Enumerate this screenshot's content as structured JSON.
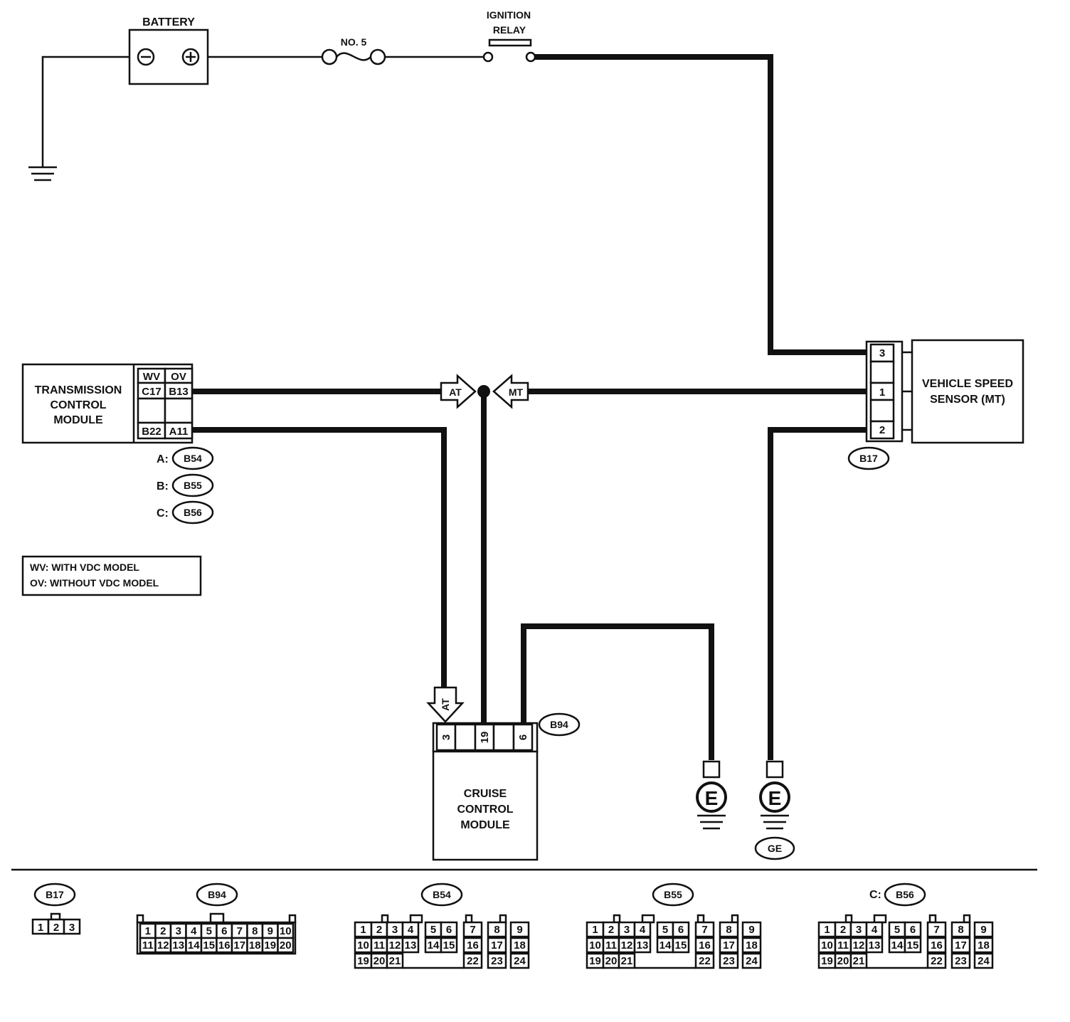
{
  "components": {
    "battery": "BATTERY",
    "fuse": "NO. 5",
    "ignition_relay": [
      "IGNITION",
      "RELAY"
    ],
    "tcm": [
      "TRANSMISSION",
      "CONTROL",
      "MODULE"
    ],
    "vss": [
      "VEHICLE SPEED",
      "SENSOR (MT)"
    ],
    "ccm": [
      "CRUISE",
      "CONTROL",
      "MODULE"
    ]
  },
  "tcm_pins": {
    "col_wv": "WV",
    "col_ov": "OV",
    "row1_wv": "C17",
    "row1_ov": "B13",
    "row2_wv": "B22",
    "row2_ov": "A11"
  },
  "tcm_connectors": [
    {
      "prefix": "A:",
      "id": "B54"
    },
    {
      "prefix": "B:",
      "id": "B55"
    },
    {
      "prefix": "C:",
      "id": "B56"
    }
  ],
  "legend": [
    "WV: WITH VDC MODEL",
    "OV:  WITHOUT VDC MODEL"
  ],
  "vss_pins": [
    "3",
    "1",
    "2"
  ],
  "vss_connector": "B17",
  "at_label": "AT",
  "mt_label": "MT",
  "ccm_pins": [
    "3",
    "19",
    "6"
  ],
  "ccm_connector": "B94",
  "ground_symbol": "E",
  "ground_label": "GE",
  "connector_views": {
    "b17": {
      "label": "B17",
      "pins": [
        "1",
        "2",
        "3"
      ]
    },
    "b94": {
      "label": "B94",
      "row1": [
        "1",
        "2",
        "3",
        "4",
        "5",
        "6",
        "7",
        "8",
        "9",
        "10"
      ],
      "row2": [
        "11",
        "12",
        "13",
        "14",
        "15",
        "16",
        "17",
        "18",
        "19",
        "20"
      ]
    },
    "b54": {
      "label": "B54"
    },
    "b55": {
      "label": "B55"
    },
    "b56": {
      "label": "B56",
      "prefix": "C:"
    },
    "pins24": {
      "r1": [
        "1",
        "2",
        "3",
        "4",
        "5",
        "6",
        "7",
        "8",
        "9"
      ],
      "r2": [
        "10",
        "11",
        "12",
        "13",
        "14",
        "15",
        "16",
        "17",
        "18"
      ],
      "r3": [
        "19",
        "20",
        "21",
        "22",
        "23",
        "24"
      ]
    }
  }
}
